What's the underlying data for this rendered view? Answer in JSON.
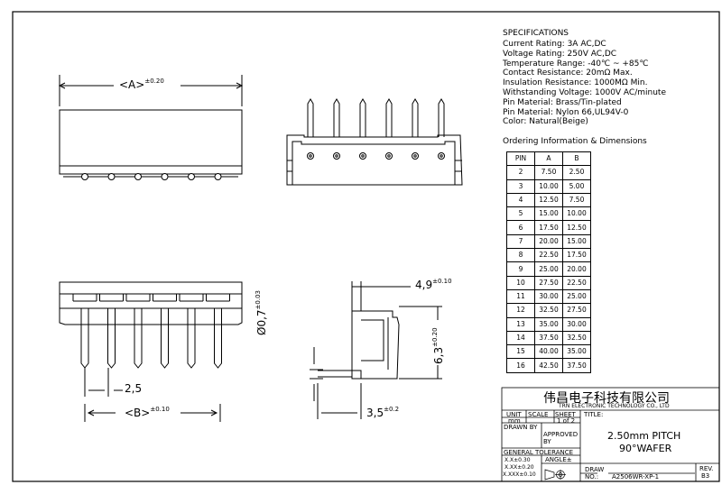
{
  "specifications": {
    "title": "SPECIFICATIONS",
    "lines": [
      "Current Rating: 3A AC,DC",
      "Voltage Rating: 250V AC,DC",
      "Temperature Range: -40℃ ~ +85℃",
      "Contact Resistance: 20mΩ Max.",
      "Insulation Resistance: 1000MΩ Min.",
      "Withstanding Voltage: 1000V AC/minute",
      "Pin Material: Brass/Tin-plated",
      "Pin Material: Nylon 66,UL94V-0",
      "Color: Natural(Beige)"
    ]
  },
  "ordering": {
    "title": "Ordering Information & Dimensions",
    "headers": [
      "PIN",
      "A",
      "B"
    ],
    "rows": [
      [
        "2",
        "7.50",
        "2.50"
      ],
      [
        "3",
        "10.00",
        "5.00"
      ],
      [
        "4",
        "12.50",
        "7.50"
      ],
      [
        "5",
        "15.00",
        "10.00"
      ],
      [
        "6",
        "17.50",
        "12.50"
      ],
      [
        "7",
        "20.00",
        "15.00"
      ],
      [
        "8",
        "22.50",
        "17.50"
      ],
      [
        "9",
        "25.00",
        "20.00"
      ],
      [
        "10",
        "27.50",
        "22.50"
      ],
      [
        "11",
        "30.00",
        "25.00"
      ],
      [
        "12",
        "32.50",
        "27.50"
      ],
      [
        "13",
        "35.00",
        "30.00"
      ],
      [
        "14",
        "37.50",
        "32.50"
      ],
      [
        "15",
        "40.00",
        "35.00"
      ],
      [
        "16",
        "42.50",
        "37.50"
      ]
    ]
  },
  "dimensions": {
    "a_label": "<A>",
    "a_tol": "±0.20",
    "b_label": "<B>",
    "b_tol": "±0.10",
    "pitch": "2,5",
    "diameter": "Ø0,7",
    "diameter_tol": "±0.03",
    "height": "6,3",
    "height_tol": "±0.20",
    "depth": "4,9",
    "depth_tol": "±0.10",
    "offset": "3,5",
    "offset_tol": "±0.2"
  },
  "title_block": {
    "company_cn": "伟昌电子科技有限公司",
    "company_en": "TRN ELECTRONIC TECHNOLOGY CO., LTD",
    "unit_label": "UNIT",
    "unit_value": "mm",
    "scale_label": "SCALE",
    "sheet_label": "SHEET",
    "sheet_value": "1 of 2",
    "title_label": "TITLE:",
    "drawn_by": "DRAWN BY",
    "approved_by_1": "APPROVED",
    "approved_by_2": "BY",
    "general_tolerance": "GENERAL TOLERANCE",
    "tol_1": "X.X±0.30",
    "tol_2": "X.XX±0.20",
    "tol_3": "X.XXX±0.10",
    "angle": "ANGLE±",
    "title_line_1": "2.50mm PITCH",
    "title_line_2": "90°WAFER",
    "draw_label": "DRAW",
    "no_label": "NO.:",
    "drawing_no": "A2506WR-XP-1",
    "rev_label": "REV.",
    "rev_value": "B3"
  }
}
